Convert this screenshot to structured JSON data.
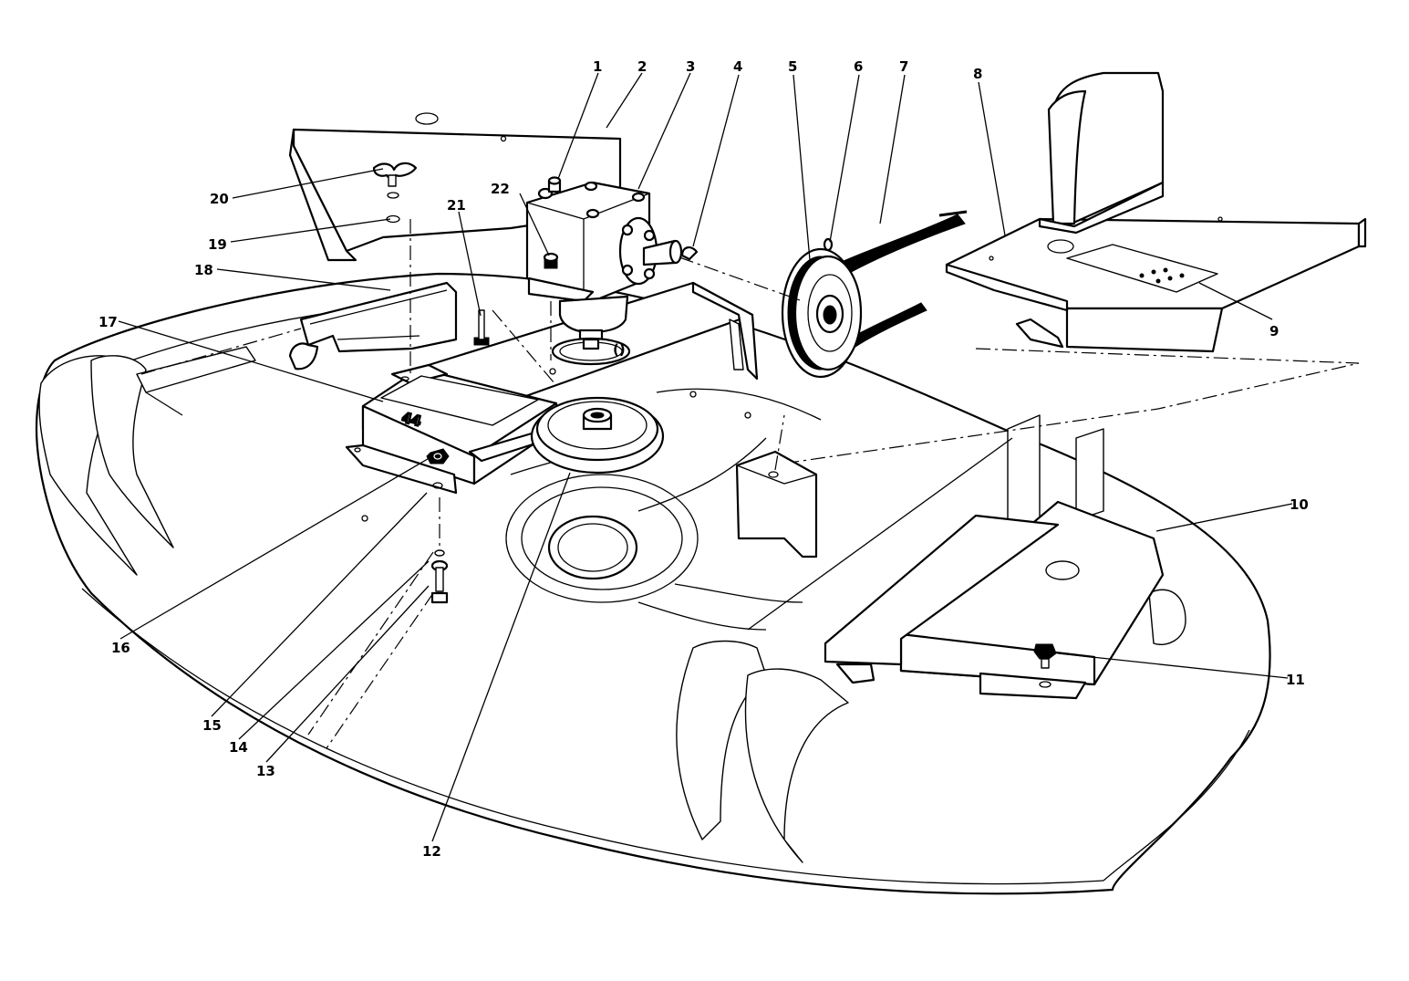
{
  "diagram": {
    "callouts": [
      {
        "id": "c1",
        "label": "1"
      },
      {
        "id": "c2",
        "label": "2"
      },
      {
        "id": "c3",
        "label": "3"
      },
      {
        "id": "c4",
        "label": "4"
      },
      {
        "id": "c5",
        "label": "5"
      },
      {
        "id": "c6",
        "label": "6"
      },
      {
        "id": "c7",
        "label": "7"
      },
      {
        "id": "c8",
        "label": "8"
      },
      {
        "id": "c9",
        "label": "9"
      },
      {
        "id": "c10",
        "label": "10"
      },
      {
        "id": "c11",
        "label": "11"
      },
      {
        "id": "c12",
        "label": "12"
      },
      {
        "id": "c13",
        "label": "13"
      },
      {
        "id": "c14",
        "label": "14"
      },
      {
        "id": "c15",
        "label": "15"
      },
      {
        "id": "c16",
        "label": "16"
      },
      {
        "id": "c17",
        "label": "17"
      },
      {
        "id": "c18",
        "label": "18"
      },
      {
        "id": "c19",
        "label": "19"
      },
      {
        "id": "c20",
        "label": "20"
      },
      {
        "id": "c21",
        "label": "21"
      },
      {
        "id": "c22",
        "label": "22"
      }
    ],
    "decal_text": "44"
  }
}
